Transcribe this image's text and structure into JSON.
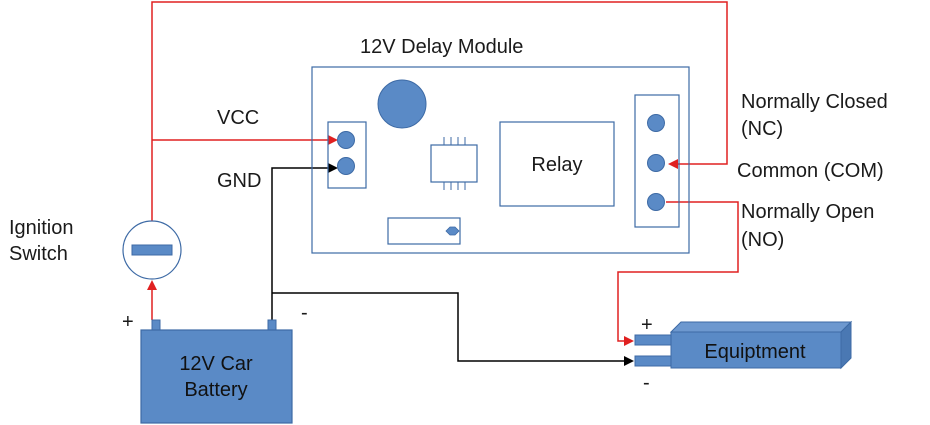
{
  "title": "12V Delay Module",
  "labels": {
    "vcc": "VCC",
    "gnd": "GND",
    "relay": "Relay",
    "nc_line1": "Normally Closed",
    "nc_line2": "(NC)",
    "com": "Common (COM)",
    "no_line1": "Normally Open",
    "no_line2": "(NO)",
    "ignition_line1": "Ignition",
    "ignition_line2": "Switch",
    "battery_line1": "12V Car",
    "battery_line2": "Battery",
    "equipment": "Equiptment",
    "battery_plus": "+",
    "battery_minus": "-",
    "equip_plus": "+",
    "equip_minus": "-"
  },
  "colors": {
    "component_fill": "#5a8ac6",
    "component_stroke": "#3d6aa5",
    "module_stroke": "#3d6aa5",
    "positive_wire": "#e02020",
    "ground_wire": "#000000"
  }
}
